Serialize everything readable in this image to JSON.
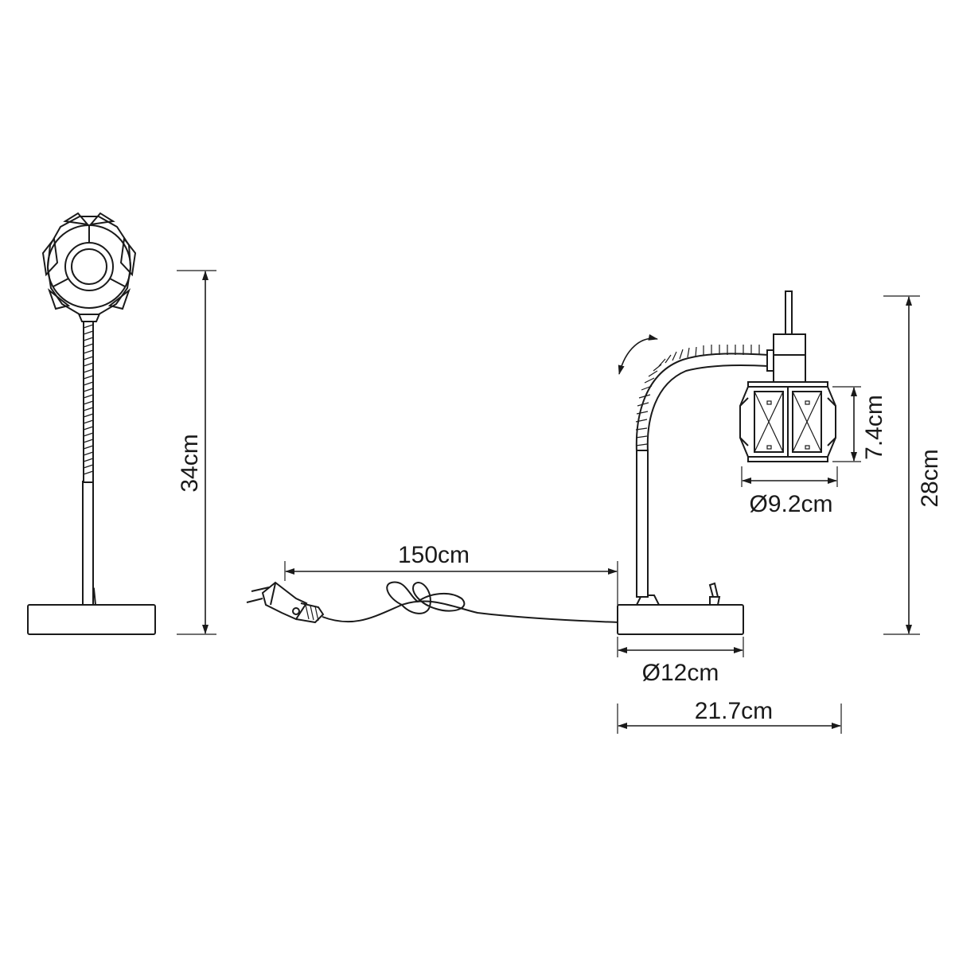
{
  "dimensions": {
    "front_height": "34cm",
    "cord_length": "150cm",
    "side_height": "28cm",
    "shade_height": "7.4cm",
    "shade_diameter": "Ø9.2cm",
    "base_diameter": "Ø12cm",
    "total_depth": "21.7cm"
  }
}
